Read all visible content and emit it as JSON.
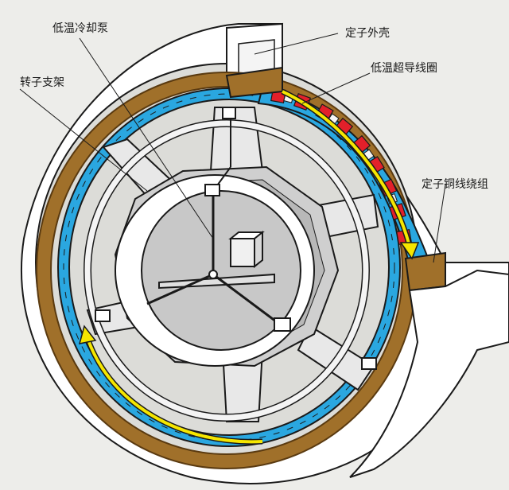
{
  "labels": {
    "cryo_pump": "低温冷却泵",
    "stator_housing": "定子外壳",
    "rotor_support": "转子支架",
    "sc_coil": "低温超导线圈",
    "stator_copper": "定子铜线绕组"
  },
  "colors": {
    "background": "#ededea",
    "shell_white": "#ffffff",
    "copper_brown": "#a0702a",
    "copper_edge": "#5a3a10",
    "coil_blue": "#2aa7e0",
    "coil_red": "#e3202a",
    "arrow_yellow": "#f5e600",
    "frame_gray": "#c8c8c8",
    "outline": "#1a1a1a"
  },
  "icons": {
    "flow_arrow": "yellow-curved-arrow",
    "cooling_unit": "cryo-cooler-box"
  }
}
